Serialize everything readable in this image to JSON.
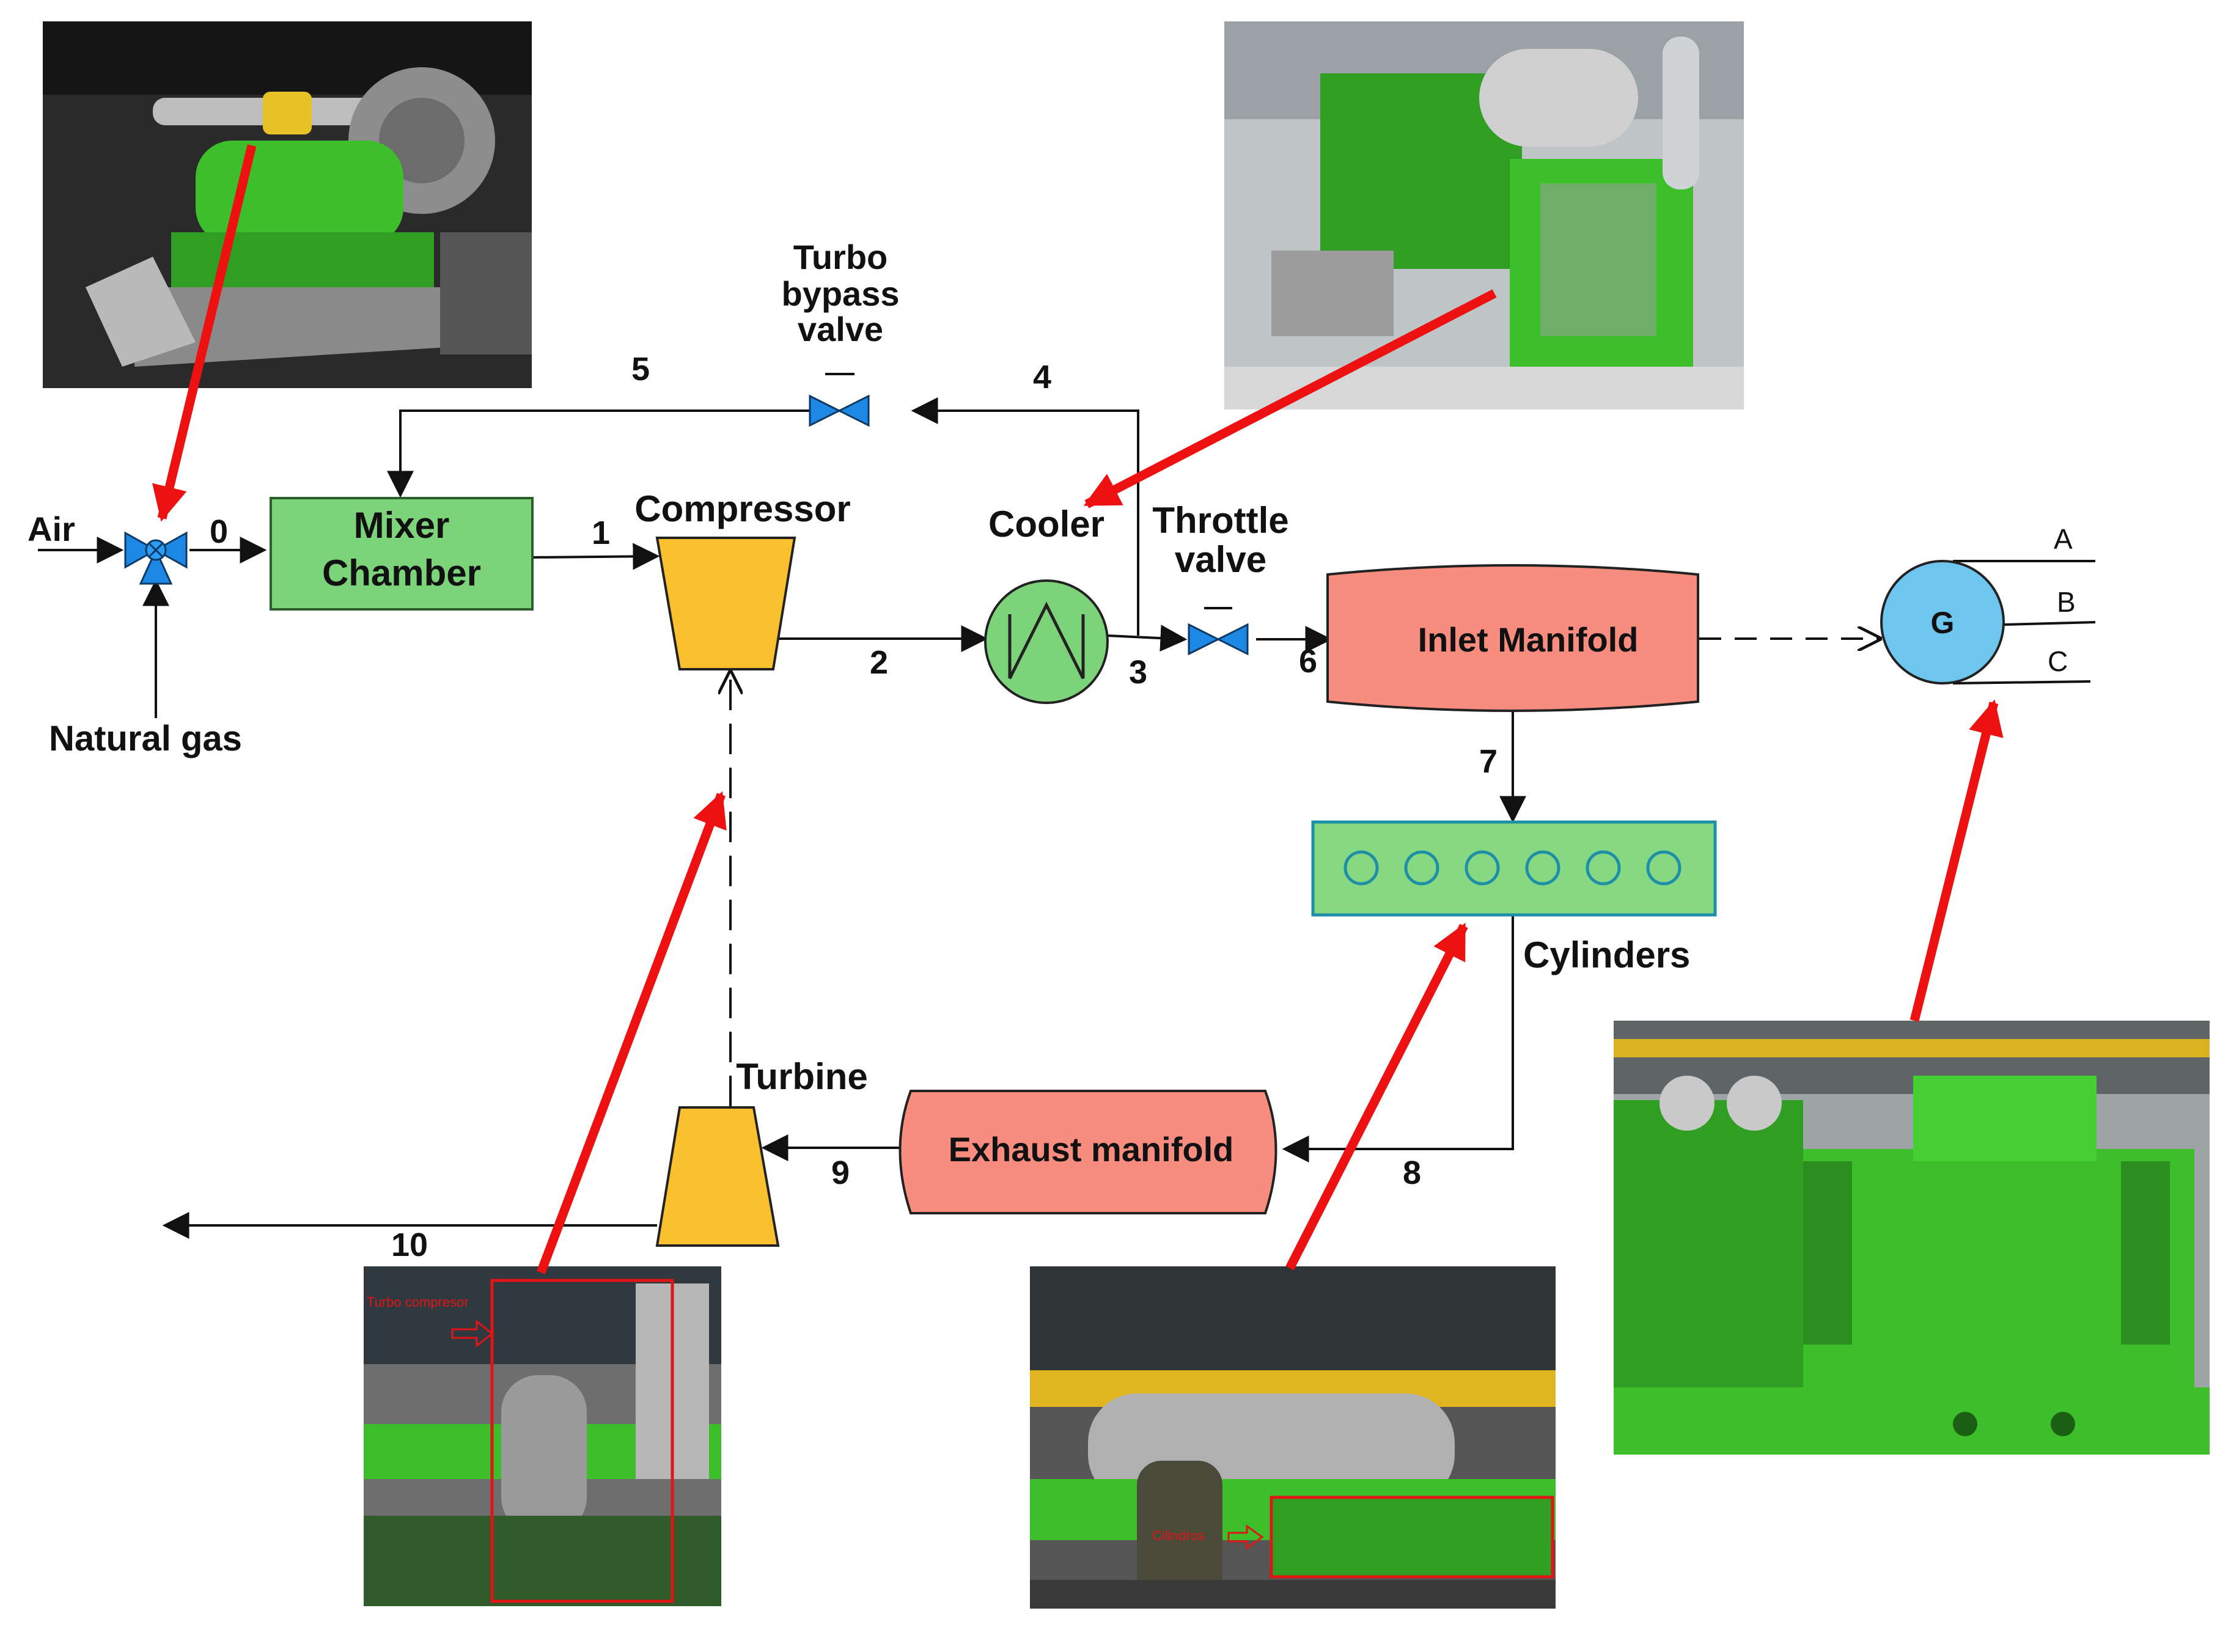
{
  "labels": {
    "air": "Air",
    "natural_gas": "Natural gas",
    "mixer_line1": "Mixer",
    "mixer_line2": "Chamber",
    "compressor": "Compressor",
    "turbo_line1": "Turbo",
    "turbo_line2": "bypass",
    "turbo_line3": "valve",
    "cooler": "Cooler",
    "throttle_line1": "Throttle",
    "throttle_line2": "valve",
    "inlet_manifold": "Inlet Manifold",
    "generator": "G",
    "phase_a": "A",
    "phase_b": "B",
    "phase_c": "C",
    "cylinders": "Cylinders",
    "exhaust_manifold": "Exhaust manifold",
    "turbine": "Turbine",
    "photo_turbo_caption": "Turbo compresor",
    "photo_cylinders_caption": "Cilindros"
  },
  "stream_numbers": {
    "s0": "0",
    "s1": "1",
    "s2": "2",
    "s3": "3",
    "s4": "4",
    "s5": "5",
    "s6": "6",
    "s7": "7",
    "s8": "8",
    "s9": "9",
    "s10": "10"
  },
  "colors": {
    "mixer_fill": "#7dd37a",
    "compressor_fill": "#fbc02d",
    "cooler_fill": "#7dd37a",
    "manifold_fill": "#f88c7f",
    "cylinders_fill": "#86d882",
    "cylinders_stroke": "#1f8fa6",
    "generator_fill": "#6ec6ef",
    "valve_fill": "#1e88e5",
    "arrow_red": "#ee1111",
    "photo_green": "#3dbf2c"
  }
}
